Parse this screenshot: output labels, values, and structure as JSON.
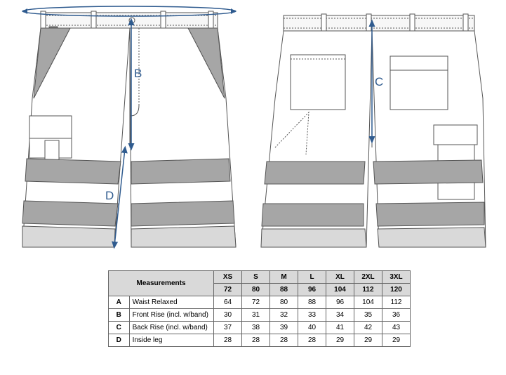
{
  "dimension_labels": {
    "a": "A",
    "b": "B",
    "c": "C",
    "d": "D"
  },
  "table": {
    "header_label": "Measurements",
    "sizes": [
      "XS",
      "S",
      "M",
      "L",
      "XL",
      "2XL",
      "3XL"
    ],
    "waist_cm": [
      "72",
      "80",
      "88",
      "96",
      "104",
      "112",
      "120"
    ],
    "rows": [
      {
        "code": "A",
        "label": "Waist Relaxed",
        "values": [
          "64",
          "72",
          "80",
          "88",
          "96",
          "104",
          "112"
        ]
      },
      {
        "code": "B",
        "label": "Front Rise (incl. w/band)",
        "values": [
          "30",
          "31",
          "32",
          "33",
          "34",
          "35",
          "36"
        ]
      },
      {
        "code": "C",
        "label": "Back Rise (incl. w/band)",
        "values": [
          "37",
          "38",
          "39",
          "40",
          "41",
          "42",
          "43"
        ]
      },
      {
        "code": "D",
        "label": "Inside leg",
        "values": [
          "28",
          "28",
          "28",
          "28",
          "29",
          "29",
          "29"
        ]
      }
    ]
  },
  "colors": {
    "dimension_line": "#2f5b8f",
    "reflective_band": "#a6a6a6",
    "outline": "#555555"
  }
}
